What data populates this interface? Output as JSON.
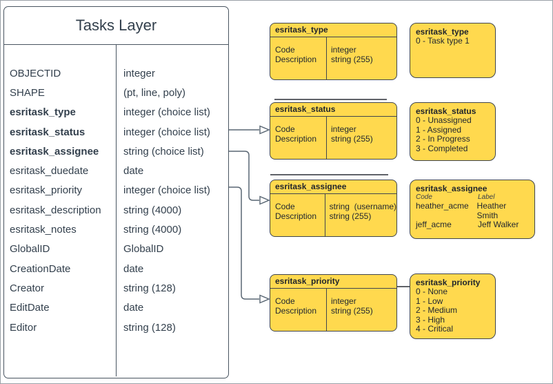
{
  "tasks_layer": {
    "title": "Tasks Layer",
    "fields": [
      {
        "name": "OBJECTID",
        "type": "integer",
        "bold": false
      },
      {
        "name": "SHAPE",
        "type": "(pt, line, poly)",
        "bold": false
      },
      {
        "name": "esritask_type",
        "type": "integer (choice list)",
        "bold": true
      },
      {
        "name": "esritask_status",
        "type": "integer (choice list)",
        "bold": true
      },
      {
        "name": "esritask_assignee",
        "type": "string (choice list)",
        "bold": true
      },
      {
        "name": "esritask_duedate",
        "type": "date",
        "bold": false
      },
      {
        "name": "esritask_priority",
        "type": "integer (choice list)",
        "bold": false
      },
      {
        "name": "esritask_description",
        "type": "string (4000)",
        "bold": false
      },
      {
        "name": "esritask_notes",
        "type": "string (4000)",
        "bold": false
      },
      {
        "name": "GlobalID",
        "type": "GlobalID",
        "bold": false
      },
      {
        "name": "CreationDate",
        "type": "date",
        "bold": false
      },
      {
        "name": "Creator",
        "type": "string (128)",
        "bold": false
      },
      {
        "name": "EditDate",
        "type": "date",
        "bold": false
      },
      {
        "name": "Editor",
        "type": "string (128)",
        "bold": false
      }
    ]
  },
  "domain_boxes": [
    {
      "title": "esritask_type",
      "field_labels": "Code\nDescription",
      "field_types": "integer\nstring (255)"
    },
    {
      "title": "esritask_status",
      "field_labels": "Code\nDescription",
      "field_types": "integer\nstring (255)"
    },
    {
      "title": "esritask_assignee",
      "field_labels": "Code\nDescription",
      "field_types": "string  (username)\nstring (255)"
    },
    {
      "title": "esritask_priority",
      "field_labels": "Code\nDescription",
      "field_types": "integer\nstring (255)"
    }
  ],
  "value_boxes": [
    {
      "title": "esritask_type",
      "lines": [
        "0 - Task type 1"
      ]
    },
    {
      "title": "esritask_status",
      "lines": [
        "0 - Unassigned",
        "1 - Assigned",
        "2 - In Progress",
        "3 - Completed"
      ]
    },
    {
      "title": "esritask_assignee",
      "col_headers": [
        "Code",
        "Label"
      ],
      "rows": [
        [
          "heather_acme",
          "Heather Smith"
        ],
        [
          "jeff_acme",
          "Jeff Walker"
        ]
      ],
      "more": "...."
    },
    {
      "title": "esritask_priority",
      "lines": [
        "0 - None",
        "1 - Low",
        "2 - Medium",
        "3 - High",
        "4 - Critical"
      ]
    }
  ],
  "colors": {
    "box_fill": "#FFD94E",
    "box_border": "#3F454E",
    "table_border": "#485460",
    "table_text": "#33404D",
    "connector": "#596673"
  }
}
